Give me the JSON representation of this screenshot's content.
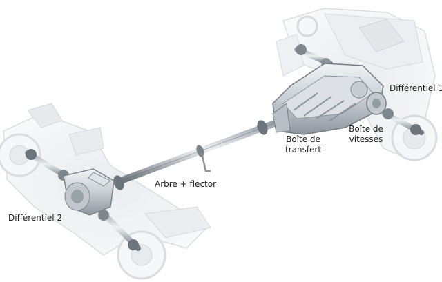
{
  "labels": {
    "differential_front": "Différentiel 1",
    "gearbox_line1": "Boîte de",
    "gearbox_line2": "vitesses",
    "transfer_line1": "Boîte de",
    "transfer_line2": "transfert",
    "driveshaft": "Arbre + flector",
    "differential_rear": "Différentiel 2"
  }
}
